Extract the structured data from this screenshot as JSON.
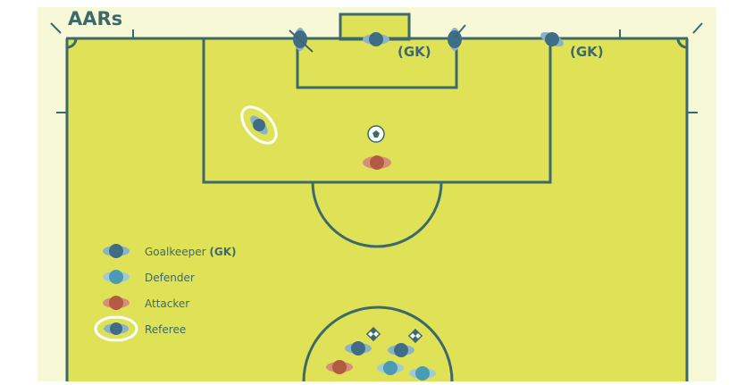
{
  "corner_label": "AARs",
  "gk_tags": [
    "(GK)",
    "(GK)"
  ],
  "legend": {
    "items": [
      {
        "label": "Goalkeeper",
        "suffix": "(GK)",
        "role": "goalkeeper"
      },
      {
        "label": "Defender",
        "suffix": "",
        "role": "defender"
      },
      {
        "label": "Attacker",
        "suffix": "",
        "role": "attacker"
      },
      {
        "label": "Referee",
        "suffix": "",
        "role": "referee"
      }
    ]
  },
  "colors": {
    "pitch": "#dfe156",
    "outside": "#f6f8d8",
    "line": "#3c6a6b",
    "goalkeeper": "#3f6d86",
    "defender": "#4a9bb3",
    "attacker": "#b25a44",
    "referee_ring": "#ffffff",
    "text": "#3c6a6b"
  }
}
